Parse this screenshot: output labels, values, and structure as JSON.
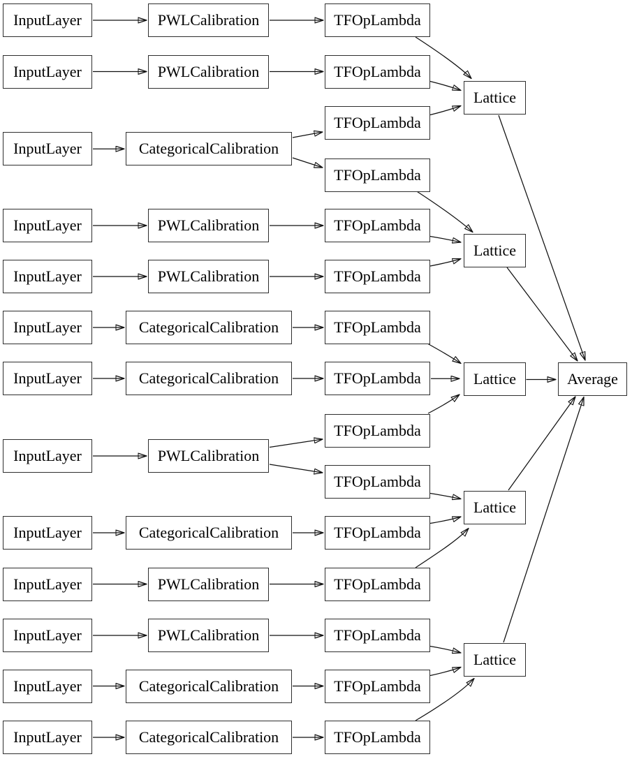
{
  "diagram": {
    "kind": "keras-model-architecture-graph",
    "background_color": "#ffffff",
    "node_border_color": "#2e2e2e",
    "edge_color": "#111111",
    "node_fill_color": "#ffffff",
    "nodes": [
      {
        "id": "input-1",
        "label": "InputLayer"
      },
      {
        "id": "input-2",
        "label": "InputLayer"
      },
      {
        "id": "input-3",
        "label": "InputLayer"
      },
      {
        "id": "input-4",
        "label": "InputLayer"
      },
      {
        "id": "input-5",
        "label": "InputLayer"
      },
      {
        "id": "input-6",
        "label": "InputLayer"
      },
      {
        "id": "input-7",
        "label": "InputLayer"
      },
      {
        "id": "input-8",
        "label": "InputLayer"
      },
      {
        "id": "input-9",
        "label": "InputLayer"
      },
      {
        "id": "input-10",
        "label": "InputLayer"
      },
      {
        "id": "input-11",
        "label": "InputLayer"
      },
      {
        "id": "input-12",
        "label": "InputLayer"
      },
      {
        "id": "input-13",
        "label": "InputLayer"
      },
      {
        "id": "calib-1",
        "label": "PWLCalibration"
      },
      {
        "id": "calib-2",
        "label": "PWLCalibration"
      },
      {
        "id": "calib-3",
        "label": "CategoricalCalibration"
      },
      {
        "id": "calib-4",
        "label": "PWLCalibration"
      },
      {
        "id": "calib-5",
        "label": "PWLCalibration"
      },
      {
        "id": "calib-6",
        "label": "CategoricalCalibration"
      },
      {
        "id": "calib-7",
        "label": "CategoricalCalibration"
      },
      {
        "id": "calib-8",
        "label": "PWLCalibration"
      },
      {
        "id": "calib-9",
        "label": "CategoricalCalibration"
      },
      {
        "id": "calib-10",
        "label": "PWLCalibration"
      },
      {
        "id": "calib-11",
        "label": "PWLCalibration"
      },
      {
        "id": "calib-12",
        "label": "CategoricalCalibration"
      },
      {
        "id": "calib-13",
        "label": "CategoricalCalibration"
      },
      {
        "id": "tfop-1",
        "label": "TFOpLambda"
      },
      {
        "id": "tfop-2",
        "label": "TFOpLambda"
      },
      {
        "id": "tfop-3",
        "label": "TFOpLambda"
      },
      {
        "id": "tfop-4",
        "label": "TFOpLambda"
      },
      {
        "id": "tfop-5",
        "label": "TFOpLambda"
      },
      {
        "id": "tfop-6",
        "label": "TFOpLambda"
      },
      {
        "id": "tfop-7",
        "label": "TFOpLambda"
      },
      {
        "id": "tfop-8",
        "label": "TFOpLambda"
      },
      {
        "id": "tfop-9",
        "label": "TFOpLambda"
      },
      {
        "id": "tfop-10",
        "label": "TFOpLambda"
      },
      {
        "id": "tfop-11",
        "label": "TFOpLambda"
      },
      {
        "id": "tfop-12",
        "label": "TFOpLambda"
      },
      {
        "id": "tfop-13",
        "label": "TFOpLambda"
      },
      {
        "id": "tfop-14",
        "label": "TFOpLambda"
      },
      {
        "id": "tfop-15",
        "label": "TFOpLambda"
      },
      {
        "id": "lattice-1",
        "label": "Lattice"
      },
      {
        "id": "lattice-2",
        "label": "Lattice"
      },
      {
        "id": "lattice-3",
        "label": "Lattice"
      },
      {
        "id": "lattice-4",
        "label": "Lattice"
      },
      {
        "id": "lattice-5",
        "label": "Lattice"
      },
      {
        "id": "average",
        "label": "Average"
      }
    ],
    "edges": [
      [
        "input-1",
        "calib-1"
      ],
      [
        "input-2",
        "calib-2"
      ],
      [
        "input-3",
        "calib-3"
      ],
      [
        "input-4",
        "calib-4"
      ],
      [
        "input-5",
        "calib-5"
      ],
      [
        "input-6",
        "calib-6"
      ],
      [
        "input-7",
        "calib-7"
      ],
      [
        "input-8",
        "calib-8"
      ],
      [
        "input-9",
        "calib-9"
      ],
      [
        "input-10",
        "calib-10"
      ],
      [
        "input-11",
        "calib-11"
      ],
      [
        "input-12",
        "calib-12"
      ],
      [
        "input-13",
        "calib-13"
      ],
      [
        "calib-1",
        "tfop-1"
      ],
      [
        "calib-2",
        "tfop-2"
      ],
      [
        "calib-3",
        "tfop-3"
      ],
      [
        "calib-3",
        "tfop-4"
      ],
      [
        "calib-4",
        "tfop-5"
      ],
      [
        "calib-5",
        "tfop-6"
      ],
      [
        "calib-6",
        "tfop-7"
      ],
      [
        "calib-7",
        "tfop-8"
      ],
      [
        "calib-8",
        "tfop-9"
      ],
      [
        "calib-8",
        "tfop-10"
      ],
      [
        "calib-9",
        "tfop-11"
      ],
      [
        "calib-10",
        "tfop-12"
      ],
      [
        "calib-11",
        "tfop-13"
      ],
      [
        "calib-12",
        "tfop-14"
      ],
      [
        "calib-13",
        "tfop-15"
      ],
      [
        "tfop-1",
        "lattice-1"
      ],
      [
        "tfop-2",
        "lattice-1"
      ],
      [
        "tfop-3",
        "lattice-1"
      ],
      [
        "tfop-4",
        "lattice-2"
      ],
      [
        "tfop-5",
        "lattice-2"
      ],
      [
        "tfop-6",
        "lattice-2"
      ],
      [
        "tfop-7",
        "lattice-3"
      ],
      [
        "tfop-8",
        "lattice-3"
      ],
      [
        "tfop-9",
        "lattice-3"
      ],
      [
        "tfop-10",
        "lattice-4"
      ],
      [
        "tfop-11",
        "lattice-4"
      ],
      [
        "tfop-12",
        "lattice-4"
      ],
      [
        "tfop-13",
        "lattice-5"
      ],
      [
        "tfop-14",
        "lattice-5"
      ],
      [
        "tfop-15",
        "lattice-5"
      ],
      [
        "lattice-1",
        "average"
      ],
      [
        "lattice-2",
        "average"
      ],
      [
        "lattice-3",
        "average"
      ],
      [
        "lattice-4",
        "average"
      ],
      [
        "lattice-5",
        "average"
      ]
    ]
  }
}
